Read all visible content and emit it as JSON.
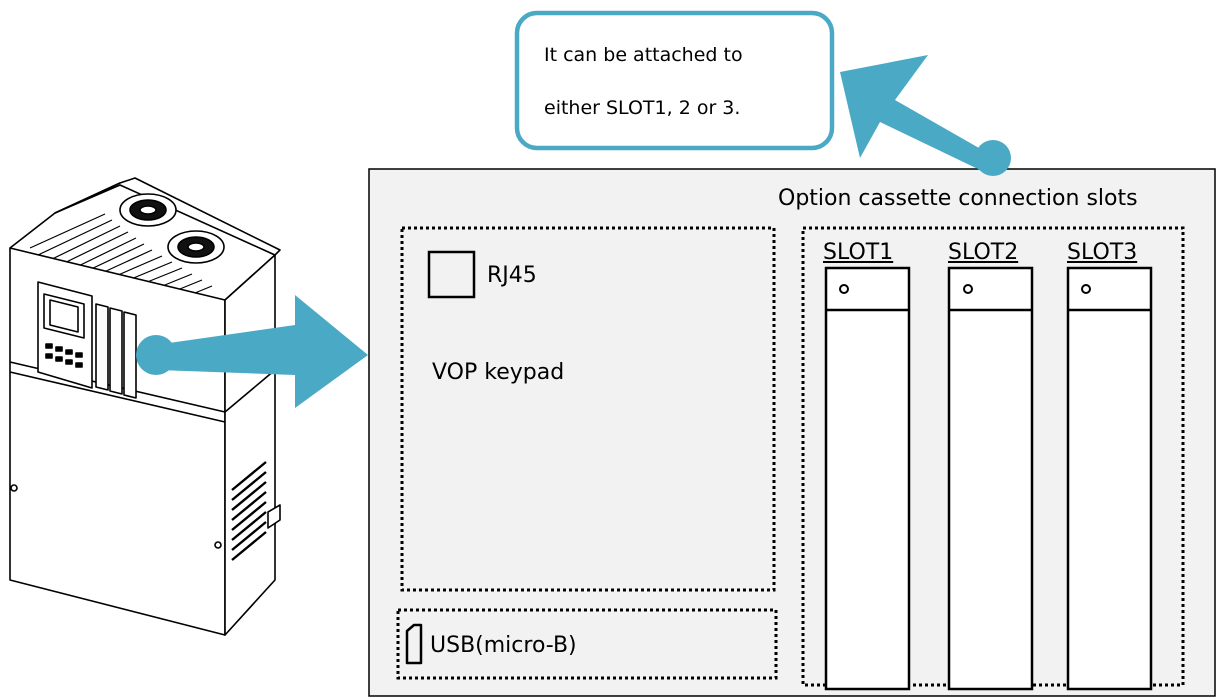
{
  "callout": {
    "line1": "It can be attached to",
    "line2": "either SLOT1, 2 or 3."
  },
  "panel": {
    "slots_title": "Option cassette connection slots",
    "rj45_label": "RJ45",
    "vop_label": "VOP keypad",
    "usb_label": "USB(micro-B)",
    "slots": [
      "SLOT1",
      "SLOT2",
      "SLOT3"
    ]
  },
  "colors": {
    "accent": "#4aa9c4",
    "panel_fill": "#f2f2f2"
  },
  "icons": {
    "inverter": "inverter-device-illustration",
    "rj45": "rj45-port-icon",
    "usb": "usb-port-icon"
  }
}
